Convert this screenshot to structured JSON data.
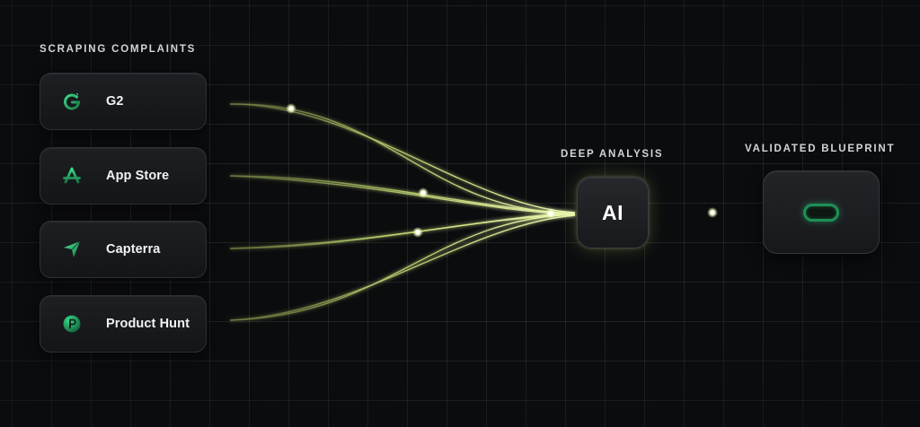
{
  "sources": {
    "title": "SCRAPING COMPLAINTS",
    "items": [
      {
        "label": "G2",
        "icon": "g2-logo-icon"
      },
      {
        "label": "App Store",
        "icon": "app-store-logo-icon"
      },
      {
        "label": "Capterra",
        "icon": "capterra-logo-icon"
      },
      {
        "label": "Product Hunt",
        "icon": "product-hunt-logo-icon"
      }
    ]
  },
  "analysis": {
    "title": "DEEP ANALYSIS",
    "node_label": "AI"
  },
  "output": {
    "title": "VALIDATED BLUEPRINT",
    "icon": "blueprint-pill-icon"
  },
  "colors": {
    "background": "#0b0c0e",
    "flow_line": "#c8e07a",
    "icon_green": "#2bb673",
    "text": "#f1f2f4"
  }
}
